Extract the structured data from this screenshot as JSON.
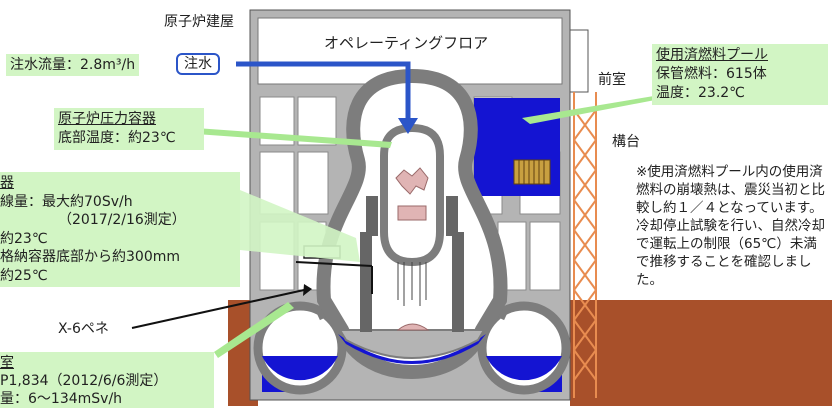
{
  "labels": {
    "building": "原子炉建屋",
    "operating_floor": "オペレーティングフロア",
    "front_room": "前室",
    "platform": "構台",
    "x6_penetration": "X-6ペネ"
  },
  "injection": {
    "flow": "注水流量：2.8m³/h",
    "button": "注水"
  },
  "spent_fuel_pool": {
    "title": "使用済燃料プール",
    "line1": "保管燃料：615体",
    "line2": "温度：23.2℃"
  },
  "rpv": {
    "title": "原子炉圧力容器",
    "line1": "底部温度：約23℃"
  },
  "pcv": {
    "title": "器",
    "line1": "線量：最大約70Sv/h",
    "line2": "（2017/2/16測定）",
    "line3": "約23℃",
    "line4": "格納容器底部から約300mm",
    "line5": "約25℃"
  },
  "torus": {
    "title": "室",
    "line1": "P1,834（2012/6/6測定）",
    "line2": "量：6～134mSv/h"
  },
  "note": "※使用済燃料プール内の使用済燃料の崩壊熱は、震災当初と比較し約１／４となっています。冷却停止試験を行い、自然冷却で運転上の制限（65℃）未満で推移することを確認しました。",
  "colors": {
    "water_blue": "#1414d2",
    "arrow_blue": "#2b55c8",
    "callout_green": "#d2f5c4",
    "ground_brown": "#a8502a",
    "pcv_gray": "#7d7d7d",
    "wall_gray": "#b4b4b4",
    "rpv_pink": "#e0b4b4",
    "platform_orange": "#e88c50"
  }
}
